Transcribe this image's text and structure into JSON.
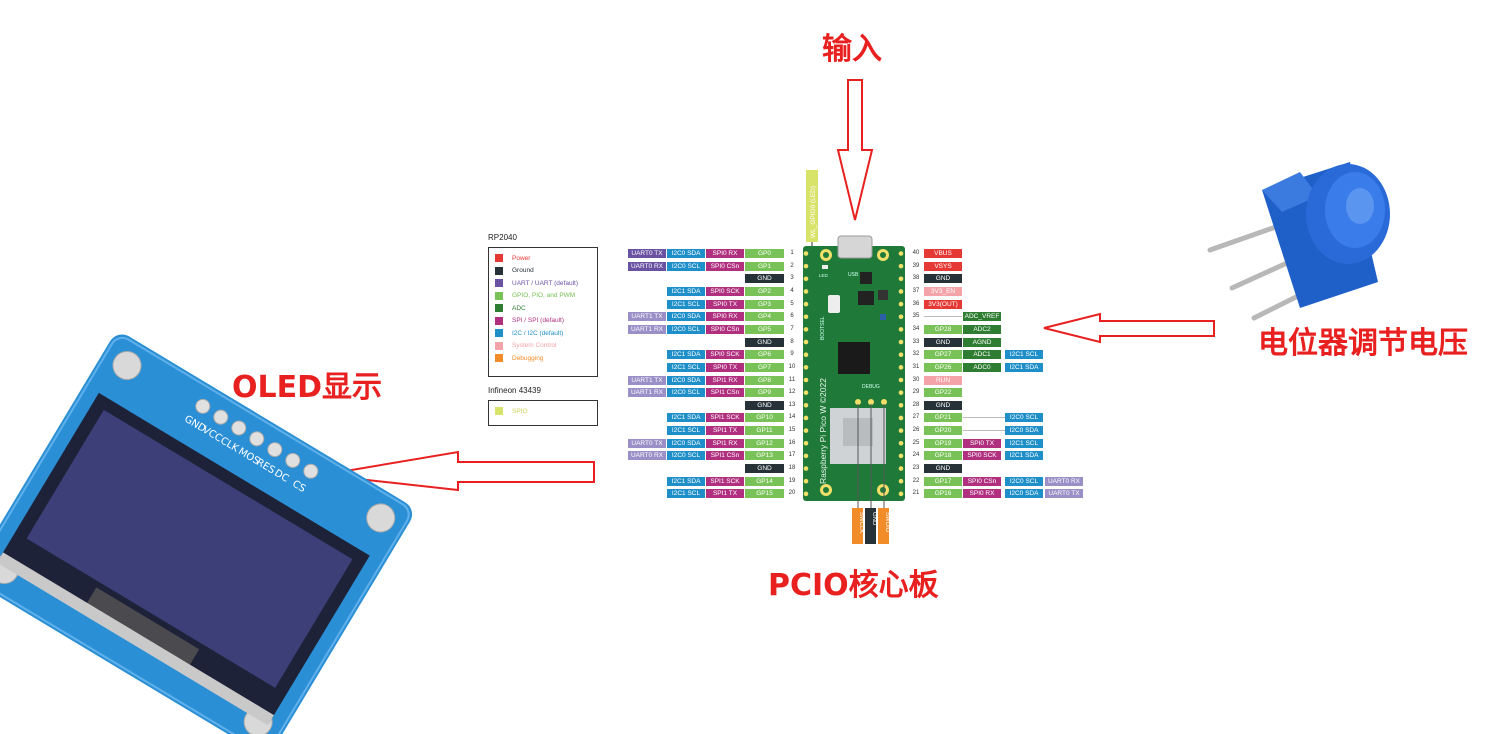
{
  "labels": {
    "input": "输入",
    "oled": "OLED显示",
    "pot": "电位器调节电压",
    "core": "PCIO核心板"
  },
  "colors": {
    "arrow": "#e8201f",
    "label": "#e8201f",
    "board": "#1f7a3a"
  },
  "legend": {
    "title": "RP2040",
    "items": [
      {
        "label": "Power",
        "color": "#e53935",
        "text_color": "#e53935"
      },
      {
        "label": "Ground",
        "color": "#263238",
        "text_color": "#263238"
      },
      {
        "label": "UART / UART (default)",
        "color": "#6a52a3",
        "text_color": "#6a52a3"
      },
      {
        "label": "GPIO, PIO, and PWM",
        "color": "#78c257",
        "text_color": "#78c257"
      },
      {
        "label": "ADC",
        "color": "#2e7d32",
        "text_color": "#2e7d32"
      },
      {
        "label": "SPI / SPI (default)",
        "color": "#b0307f",
        "text_color": "#b0307f"
      },
      {
        "label": "I2C / I2C (default)",
        "color": "#1f8fc9",
        "text_color": "#1f8fc9"
      },
      {
        "label": "System Control",
        "color": "#f4a3a8",
        "text_color": "#f4a3a8"
      },
      {
        "label": "Debugging",
        "color": "#f28c28",
        "text_color": "#f28c28"
      }
    ],
    "title2": "Infineon 43439",
    "items2": [
      {
        "label": "SPIO",
        "color": "#d8e36a",
        "text_color": "#c9d35a"
      }
    ]
  },
  "board": {
    "silk_text": "Raspberry Pi Pico W ©2022",
    "usb_label": "USB",
    "led_label": "LED",
    "bootsel_label": "BOOTSEL",
    "debug_label": "DEBUG",
    "top_pin_label": "WL_GPIO0 (LED)",
    "bottom_pins": [
      {
        "label": "SWCLK",
        "color": "#f28c28"
      },
      {
        "label": "GND",
        "color": "#263238"
      },
      {
        "label": "SWDIO",
        "color": "#f28c28"
      }
    ]
  },
  "left_pins": [
    {
      "num": "1",
      "gp": "GP0",
      "cells": [
        [
          "UART0 TX",
          "#6a52a3"
        ],
        [
          "I2C0 SDA",
          "#1f8fc9"
        ],
        [
          "SPI0 RX",
          "#b0307f"
        ]
      ]
    },
    {
      "num": "2",
      "gp": "GP1",
      "cells": [
        [
          "UART0 RX",
          "#6a52a3"
        ],
        [
          "I2C0 SCL",
          "#1f8fc9"
        ],
        [
          "SPI0 CSn",
          "#b0307f"
        ]
      ]
    },
    {
      "num": "3",
      "gp": "GND",
      "gnd": true,
      "cells": []
    },
    {
      "num": "4",
      "gp": "GP2",
      "cells": [
        [
          "I2C1 SDA",
          "#1f8fc9"
        ],
        [
          "SPI0 SCK",
          "#b0307f"
        ]
      ]
    },
    {
      "num": "5",
      "gp": "GP3",
      "cells": [
        [
          "I2C1 SCL",
          "#1f8fc9"
        ],
        [
          "SPI0 TX",
          "#b0307f"
        ]
      ]
    },
    {
      "num": "6",
      "gp": "GP4",
      "cells": [
        [
          "UART1 TX",
          "#9b8fc7"
        ],
        [
          "I2C0 SDA",
          "#1f8fc9"
        ],
        [
          "SPI0 RX",
          "#b0307f"
        ]
      ]
    },
    {
      "num": "7",
      "gp": "GP5",
      "cells": [
        [
          "UART1 RX",
          "#9b8fc7"
        ],
        [
          "I2C0 SCL",
          "#1f8fc9"
        ],
        [
          "SPI0 CSn",
          "#b0307f"
        ]
      ]
    },
    {
      "num": "8",
      "gp": "GND",
      "gnd": true,
      "cells": []
    },
    {
      "num": "9",
      "gp": "GP6",
      "cells": [
        [
          "I2C1 SDA",
          "#1f8fc9"
        ],
        [
          "SPI0 SCK",
          "#b0307f"
        ]
      ]
    },
    {
      "num": "10",
      "gp": "GP7",
      "cells": [
        [
          "I2C1 SCL",
          "#1f8fc9"
        ],
        [
          "SPI0 TX",
          "#b0307f"
        ]
      ]
    },
    {
      "num": "11",
      "gp": "GP8",
      "cells": [
        [
          "UART1 TX",
          "#9b8fc7"
        ],
        [
          "I2C0 SDA",
          "#1f8fc9"
        ],
        [
          "SPI1 RX",
          "#b0307f"
        ]
      ]
    },
    {
      "num": "12",
      "gp": "GP9",
      "cells": [
        [
          "UART1 RX",
          "#9b8fc7"
        ],
        [
          "I2C0 SCL",
          "#1f8fc9"
        ],
        [
          "SPI1 CSn",
          "#b0307f"
        ]
      ]
    },
    {
      "num": "13",
      "gp": "GND",
      "gnd": true,
      "cells": []
    },
    {
      "num": "14",
      "gp": "GP10",
      "cells": [
        [
          "I2C1 SDA",
          "#1f8fc9"
        ],
        [
          "SPI1 SCK",
          "#b0307f"
        ]
      ]
    },
    {
      "num": "15",
      "gp": "GP11",
      "cells": [
        [
          "I2C1 SCL",
          "#1f8fc9"
        ],
        [
          "SPI1 TX",
          "#b0307f"
        ]
      ]
    },
    {
      "num": "16",
      "gp": "GP12",
      "cells": [
        [
          "UART0 TX",
          "#9b8fc7"
        ],
        [
          "I2C0 SDA",
          "#1f8fc9"
        ],
        [
          "SPI1 RX",
          "#b0307f"
        ]
      ]
    },
    {
      "num": "17",
      "gp": "GP13",
      "cells": [
        [
          "UART0 RX",
          "#9b8fc7"
        ],
        [
          "I2C0 SCL",
          "#1f8fc9"
        ],
        [
          "SPI1 CSn",
          "#b0307f"
        ]
      ]
    },
    {
      "num": "18",
      "gp": "GND",
      "gnd": true,
      "cells": []
    },
    {
      "num": "19",
      "gp": "GP14",
      "cells": [
        [
          "I2C1 SDA",
          "#1f8fc9"
        ],
        [
          "SPI1 SCK",
          "#b0307f"
        ]
      ]
    },
    {
      "num": "20",
      "gp": "GP15",
      "cells": [
        [
          "I2C1 SCL",
          "#1f8fc9"
        ],
        [
          "SPI1 TX",
          "#b0307f"
        ]
      ]
    }
  ],
  "right_pins": [
    {
      "num": "40",
      "main": [
        "VBUS",
        "#e53935"
      ],
      "cells": []
    },
    {
      "num": "39",
      "main": [
        "VSYS",
        "#e53935"
      ],
      "cells": []
    },
    {
      "num": "38",
      "main": [
        "GND",
        "#263238"
      ],
      "cells": []
    },
    {
      "num": "37",
      "main": [
        "3V3_EN",
        "#f4a3a8"
      ],
      "cells": []
    },
    {
      "num": "36",
      "main": [
        "3V3(OUT)",
        "#e53935"
      ],
      "cells": []
    },
    {
      "num": "35",
      "main": null,
      "cells": [
        [
          "ADC_VREF",
          "#2e7d32"
        ]
      ]
    },
    {
      "num": "34",
      "main": [
        "GP28",
        "#78c257"
      ],
      "cells": [
        [
          "ADC2",
          "#2e7d32"
        ]
      ]
    },
    {
      "num": "33",
      "main": [
        "GND",
        "#263238"
      ],
      "cells": [
        [
          "AGND",
          "#2e7d32"
        ]
      ]
    },
    {
      "num": "32",
      "main": [
        "GP27",
        "#78c257"
      ],
      "cells": [
        [
          "ADC1",
          "#2e7d32"
        ],
        [
          "I2C1 SCL",
          "#1f8fc9"
        ]
      ]
    },
    {
      "num": "31",
      "main": [
        "GP26",
        "#78c257"
      ],
      "cells": [
        [
          "ADC0",
          "#2e7d32"
        ],
        [
          "I2C1 SDA",
          "#1f8fc9"
        ]
      ]
    },
    {
      "num": "30",
      "main": [
        "RUN",
        "#f4a3a8"
      ],
      "cells": []
    },
    {
      "num": "29",
      "main": [
        "GP22",
        "#78c257"
      ],
      "cells": []
    },
    {
      "num": "28",
      "main": [
        "GND",
        "#263238"
      ],
      "cells": []
    },
    {
      "num": "27",
      "main": [
        "GP21",
        "#78c257"
      ],
      "cells": [
        [
          "",
          "line"
        ],
        [
          "I2C0 SCL",
          "#1f8fc9"
        ]
      ]
    },
    {
      "num": "26",
      "main": [
        "GP20",
        "#78c257"
      ],
      "cells": [
        [
          "",
          "line"
        ],
        [
          "I2C0 SDA",
          "#1f8fc9"
        ]
      ]
    },
    {
      "num": "25",
      "main": [
        "GP19",
        "#78c257"
      ],
      "cells": [
        [
          "SPI0 TX",
          "#b0307f"
        ],
        [
          "I2C1 SCL",
          "#1f8fc9"
        ]
      ]
    },
    {
      "num": "24",
      "main": [
        "GP18",
        "#78c257"
      ],
      "cells": [
        [
          "SPI0 SCK",
          "#b0307f"
        ],
        [
          "I2C1 SDA",
          "#1f8fc9"
        ]
      ]
    },
    {
      "num": "23",
      "main": [
        "GND",
        "#263238"
      ],
      "cells": []
    },
    {
      "num": "22",
      "main": [
        "GP17",
        "#78c257"
      ],
      "cells": [
        [
          "SPI0 CSn",
          "#b0307f"
        ],
        [
          "I2C0 SCL",
          "#1f8fc9"
        ],
        [
          "UART0 RX",
          "#9b8fc7"
        ]
      ]
    },
    {
      "num": "21",
      "main": [
        "GP16",
        "#78c257"
      ],
      "cells": [
        [
          "SPI0 RX",
          "#b0307f"
        ],
        [
          "I2C0 SDA",
          "#1f8fc9"
        ],
        [
          "UART0 TX",
          "#9b8fc7"
        ]
      ]
    }
  ],
  "oled_header": [
    "GND",
    "VCC",
    "CLK",
    "MOS",
    "RES",
    "DC",
    "CS"
  ]
}
